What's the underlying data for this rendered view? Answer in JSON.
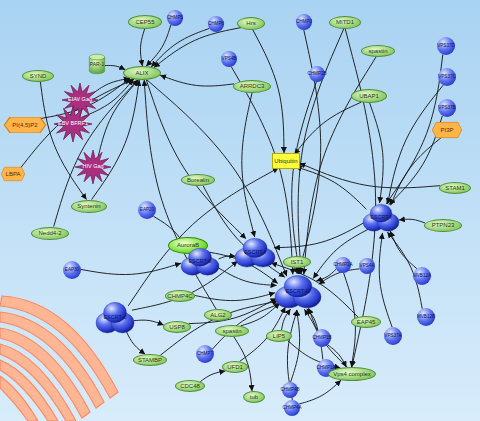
{
  "diagram": {
    "nodes": [
      {
        "text": [
          "CEP55"
        ]
      },
      {
        "text": [
          "CHMP5"
        ]
      },
      {
        "text": [
          "CHMP6"
        ]
      },
      {
        "text": [
          "Hrs"
        ]
      },
      {
        "text": [
          "CHMP3"
        ]
      },
      {
        "text": [
          "MITD1"
        ]
      },
      {
        "text": [
          "VPS37D"
        ]
      },
      {
        "text": [
          "spastin"
        ]
      },
      {
        "text": [
          "PAR-1"
        ]
      },
      {
        "text": [
          "SYND"
        ]
      },
      {
        "text": [
          "ALIX"
        ]
      },
      {
        "text": [
          "VPS4B"
        ]
      },
      {
        "text": [
          "CHMP2B"
        ]
      },
      {
        "text": [
          "EIAV Gag"
        ]
      },
      {
        "text": [
          "ARRDC3"
        ]
      },
      {
        "text": [
          "UBAP1"
        ]
      },
      {
        "text": [
          "VPS37C"
        ]
      },
      {
        "text": [
          "EBV BFRF1"
        ]
      },
      {
        "text": [
          "PI(4,5)P2"
        ]
      },
      {
        "text": [
          "VPS37B"
        ]
      },
      {
        "text": [
          "PI3P"
        ]
      },
      {
        "text": [
          "Ubiquitin"
        ]
      },
      {
        "text": [
          "HIV Gag"
        ]
      },
      {
        "text": [
          "LBPA"
        ]
      },
      {
        "text": [
          "Borealin"
        ]
      },
      {
        "text": [
          "STAM1"
        ]
      },
      {
        "text": [
          "Syntenin"
        ]
      },
      {
        "text": [
          "EAP20"
        ]
      },
      {
        "text": [
          "ESCRT-I"
        ]
      },
      {
        "text": [
          "PTPN23"
        ]
      },
      {
        "text": [
          "Nedd4-2"
        ]
      },
      {
        "text": [
          "AuroraB"
        ]
      },
      {
        "text": [
          "ESCRT-I"
        ]
      },
      {
        "text": [
          "ESCRT-II"
        ]
      },
      {
        "text": [
          "EAP30"
        ]
      },
      {
        "text": [
          "IST1"
        ]
      },
      {
        "text": [
          "CHMP2A"
        ]
      },
      {
        "text": [
          "VPS4A"
        ]
      },
      {
        "text": [
          "MVB12A"
        ]
      },
      {
        "text": [
          "ESCRT-III"
        ]
      },
      {
        "text": [
          "CHMP4C"
        ]
      },
      {
        "text": [
          "ESCRT-0"
        ]
      },
      {
        "text": [
          "ALG2"
        ]
      },
      {
        "text": [
          "USP8"
        ]
      },
      {
        "text": [
          "spastin"
        ]
      },
      {
        "text": [
          "LIP5"
        ]
      },
      {
        "text": [
          "CHMP1B"
        ]
      },
      {
        "text": [
          "EAP45"
        ]
      },
      {
        "text": [
          "MVB12B"
        ]
      },
      {
        "text": [
          "VPS37A"
        ]
      },
      {
        "text": [
          "CHMP7"
        ]
      },
      {
        "text": [
          "STAMBP"
        ]
      },
      {
        "text": [
          "UFD1"
        ]
      },
      {
        "text": [
          "CHMP1A"
        ]
      },
      {
        "text": [
          "Vps4 complex"
        ]
      },
      {
        "text": [
          "CDC48"
        ]
      },
      {
        "text": [
          "tub"
        ]
      },
      {
        "text": [
          "CHMP4B"
        ]
      },
      {
        "text": [
          "CHMP4A"
        ]
      }
    ],
    "edges": [
      {
        "from": 0,
        "to": 10,
        "arrow": "to"
      },
      {
        "from": 8,
        "to": 10,
        "arrow": "to"
      },
      {
        "from": 9,
        "to": 26,
        "arrow": "to"
      },
      {
        "from": 13,
        "to": 10,
        "arrow": "to"
      },
      {
        "from": 17,
        "to": 10,
        "arrow": "to"
      },
      {
        "from": 22,
        "to": 10,
        "arrow": "to"
      },
      {
        "from": 18,
        "to": 10,
        "arrow": "to"
      },
      {
        "from": 23,
        "to": 10,
        "arrow": "to"
      },
      {
        "from": 26,
        "to": 10,
        "arrow": "to"
      },
      {
        "from": 30,
        "to": 10,
        "arrow": "to"
      },
      {
        "from": 10,
        "to": 32,
        "arrow": "to"
      },
      {
        "from": 10,
        "to": 39,
        "arrow": "to"
      },
      {
        "from": 24,
        "to": 39,
        "arrow": "to"
      },
      {
        "from": 1,
        "to": 10,
        "arrow": "to"
      },
      {
        "from": 2,
        "to": 10,
        "arrow": "to"
      },
      {
        "from": 3,
        "to": 21,
        "arrow": "to"
      },
      {
        "from": 3,
        "to": 10,
        "arrow": "to"
      },
      {
        "from": 14,
        "to": 10,
        "arrow": "to"
      },
      {
        "from": 14,
        "to": 32,
        "arrow": "to"
      },
      {
        "from": 4,
        "to": 39,
        "arrow": "to"
      },
      {
        "from": 5,
        "to": 39,
        "arrow": "to"
      },
      {
        "from": 5,
        "to": 54,
        "arrow": "to"
      },
      {
        "from": 7,
        "to": 39,
        "arrow": "to"
      },
      {
        "from": 15,
        "to": 28,
        "arrow": "to"
      },
      {
        "from": 15,
        "to": 21,
        "arrow": "to"
      },
      {
        "from": 6,
        "to": 28,
        "arrow": "to"
      },
      {
        "from": 16,
        "to": 28,
        "arrow": "to"
      },
      {
        "from": 19,
        "to": 28,
        "arrow": "to"
      },
      {
        "from": 20,
        "to": 28,
        "arrow": "to"
      },
      {
        "from": 25,
        "to": 21,
        "arrow": "to"
      },
      {
        "from": 29,
        "to": 28,
        "arrow": "to"
      },
      {
        "from": 38,
        "to": 28,
        "arrow": "to"
      },
      {
        "from": 48,
        "to": 28,
        "arrow": "to"
      },
      {
        "from": 49,
        "to": 28,
        "arrow": "to"
      },
      {
        "from": 28,
        "to": 21,
        "arrow": "to"
      },
      {
        "from": 28,
        "to": 32,
        "arrow": "to"
      },
      {
        "from": 28,
        "to": 39,
        "arrow": "to"
      },
      {
        "from": 11,
        "to": 39,
        "arrow": "to"
      },
      {
        "from": 12,
        "to": 39,
        "arrow": "to"
      },
      {
        "from": 27,
        "to": 33,
        "arrow": "to"
      },
      {
        "from": 34,
        "to": 33,
        "arrow": "to"
      },
      {
        "from": 31,
        "to": 39,
        "arrow": "to"
      },
      {
        "from": 33,
        "to": 39,
        "arrow": "to"
      },
      {
        "from": 33,
        "to": 32,
        "arrow": "to"
      },
      {
        "from": 41,
        "to": 51,
        "arrow": "to"
      },
      {
        "from": 41,
        "to": 43,
        "arrow": "to"
      },
      {
        "from": 41,
        "to": 32,
        "arrow": "to"
      },
      {
        "from": 41,
        "to": 21,
        "arrow": "to"
      },
      {
        "from": 35,
        "to": 39,
        "arrow": "to"
      },
      {
        "from": 36,
        "to": 39,
        "arrow": "to"
      },
      {
        "from": 37,
        "to": 39,
        "arrow": "to"
      },
      {
        "from": 36,
        "to": 54,
        "arrow": "to"
      },
      {
        "from": 40,
        "to": 39,
        "arrow": "to"
      },
      {
        "from": 42,
        "to": 10,
        "arrow": "to"
      },
      {
        "from": 44,
        "to": 39,
        "arrow": "to"
      },
      {
        "from": 44,
        "to": 56,
        "arrow": "to"
      },
      {
        "from": 45,
        "to": 54,
        "arrow": "to"
      },
      {
        "from": 45,
        "to": 39,
        "arrow": "to"
      },
      {
        "from": 46,
        "to": 39,
        "arrow": "to"
      },
      {
        "from": 46,
        "to": 54,
        "arrow": "to"
      },
      {
        "from": 47,
        "to": 32,
        "arrow": "to"
      },
      {
        "from": 50,
        "to": 39,
        "arrow": "to"
      },
      {
        "from": 52,
        "to": 39,
        "arrow": "to"
      },
      {
        "from": 55,
        "to": 52,
        "arrow": "to"
      },
      {
        "from": 53,
        "to": 39,
        "arrow": "to"
      },
      {
        "from": 53,
        "to": 54,
        "arrow": "to"
      },
      {
        "from": 57,
        "to": 39,
        "arrow": "to"
      },
      {
        "from": 58,
        "to": 39,
        "arrow": "to"
      },
      {
        "from": 58,
        "to": 54,
        "arrow": "to"
      },
      {
        "from": 54,
        "to": 39,
        "arrow": "to"
      },
      {
        "from": 43,
        "to": 39,
        "arrow": "to"
      },
      {
        "from": 51,
        "to": 39,
        "arrow": "to"
      }
    ]
  }
}
